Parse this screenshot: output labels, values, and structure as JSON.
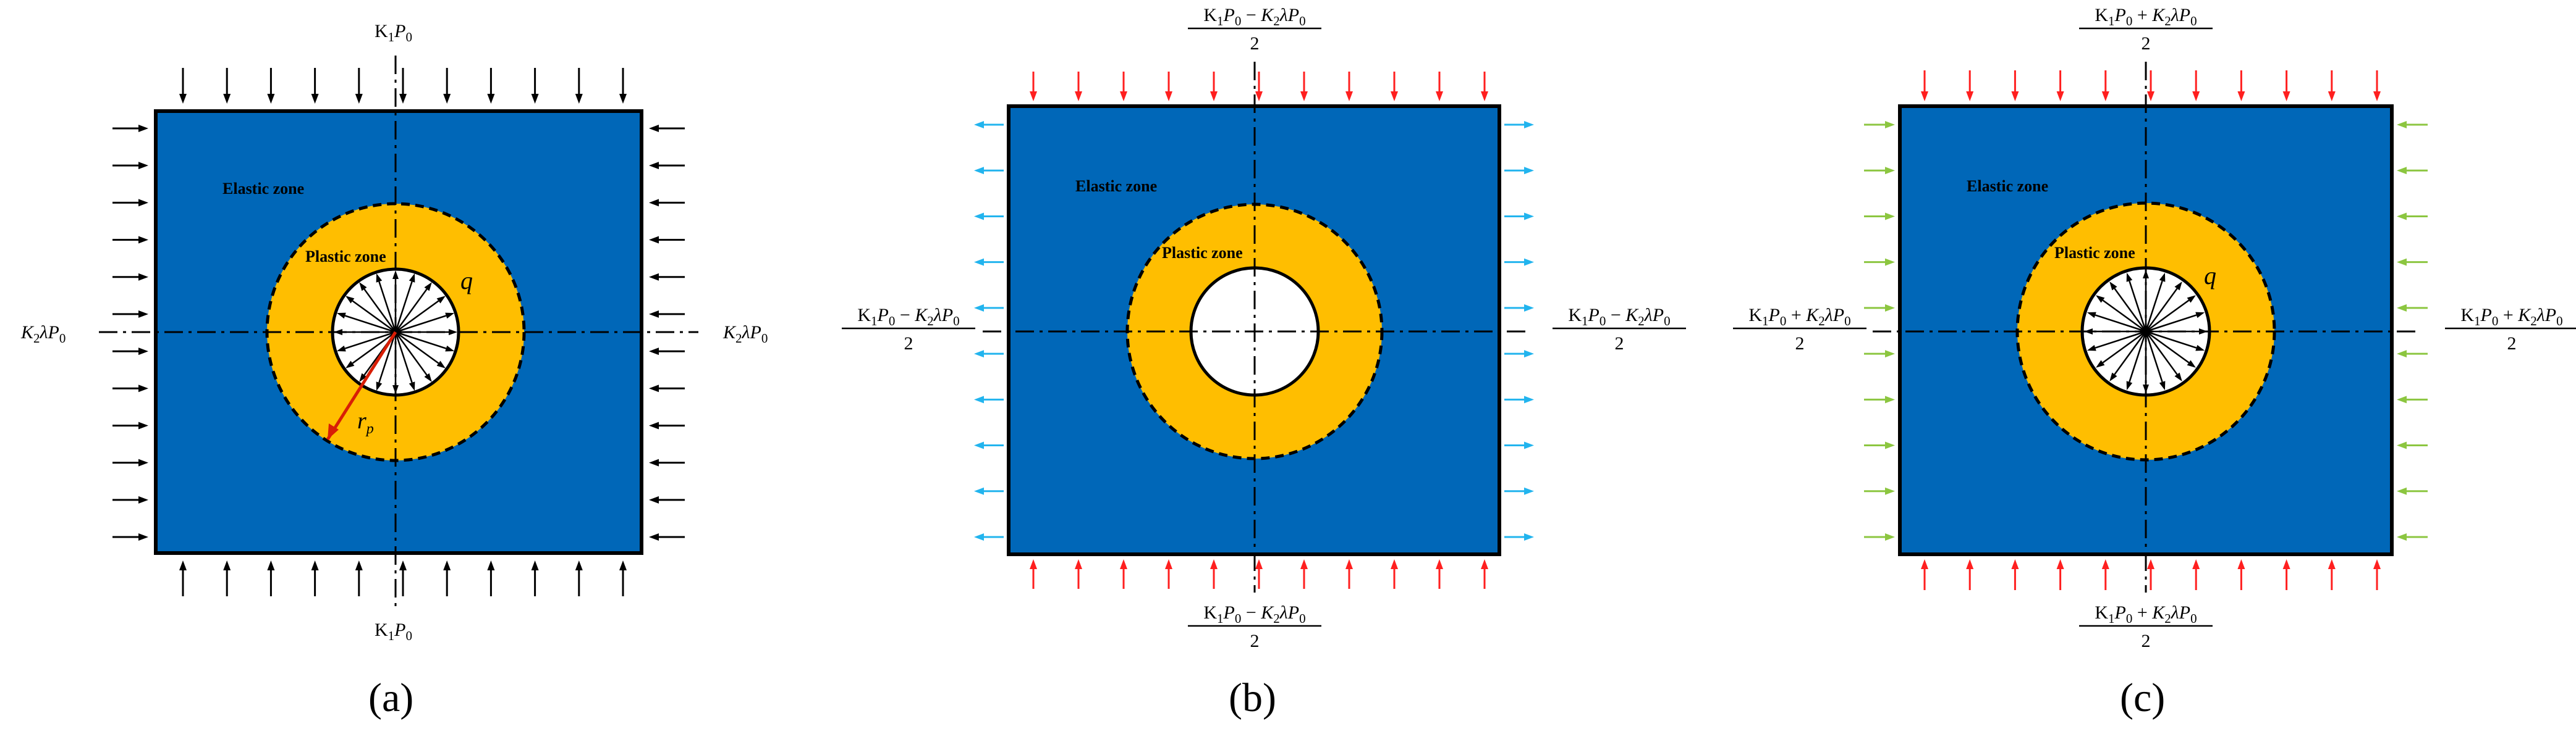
{
  "colors": {
    "elastic": "#0067b8",
    "plastic": "#ffbe00",
    "hole": "#ffffff",
    "outline": "#000000",
    "load_black": "#000000",
    "load_red": "#ff1f1f",
    "load_cyan": "#22b4ee",
    "load_green": "#8cc640",
    "radius_arrow": "#d81e06"
  },
  "icons": [
    "arrow-icon",
    "dash-dot-axis",
    "radial-arrow-icon"
  ],
  "panels": [
    {
      "caption_open": "(",
      "caption_letter": "a",
      "caption_close": ")",
      "elastic_label": "Elastic zone",
      "plastic_label": "Plastic zone",
      "q_label": "q",
      "rp_main": "r",
      "rp_sub": "p",
      "top_load": {
        "K": "K",
        "K_sub": "1",
        "P": "P",
        "P_sub": "0"
      },
      "bottom_load": {
        "K": "K",
        "K_sub": "1",
        "P": "P",
        "P_sub": "0"
      },
      "left_load": {
        "K": "K",
        "K_sub": "2",
        "lam": "λ",
        "P": "P",
        "P_sub": "0"
      },
      "right_load": {
        "K": "K",
        "K_sub": "2",
        "lam": "λ",
        "P": "P",
        "P_sub": "0"
      }
    },
    {
      "caption_open": "(",
      "caption_letter": "b",
      "caption_close": ")",
      "elastic_label": "Elastic zone",
      "plastic_label": "Plastic zone",
      "fraction": {
        "K1": "K",
        "K1_sub": "1",
        "P1": "P",
        "P1_sub": "0",
        "op": "−",
        "K2": "K",
        "K2_sub": "2",
        "lam": "λ",
        "P2": "P",
        "P2_sub": "0",
        "den": "2"
      }
    },
    {
      "caption_open": "(",
      "caption_letter": "c",
      "caption_close": ")",
      "elastic_label": "Elastic zone",
      "plastic_label": "Plastic zone",
      "q_label": "q",
      "fraction": {
        "K1": "K",
        "K1_sub": "1",
        "P1": "P",
        "P1_sub": "0",
        "op": "+",
        "K2": "K",
        "K2_sub": "2",
        "lam": "λ",
        "P2": "P",
        "P2_sub": "0",
        "den": "2"
      }
    }
  ]
}
